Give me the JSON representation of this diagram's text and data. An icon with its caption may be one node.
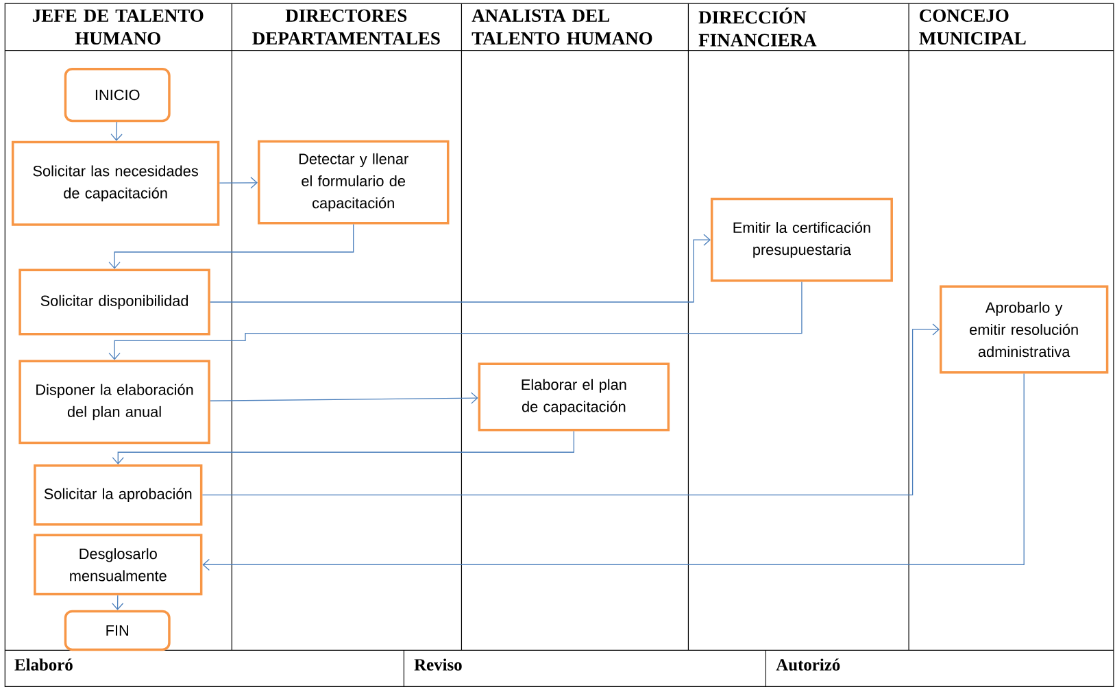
{
  "diagram": {
    "nodes": [
      {
        "text": [
          "INICIO"
        ]
      },
      {
        "text": [
          "Solicitar las necesidades de capacitación"
        ]
      },
      {
        "text": [
          "Detectar y llenar el formulario de capacitación"
        ]
      },
      {
        "text": [
          "Solicitar disponibilidad"
        ]
      },
      {
        "text": [
          "Emitir la certificación presupuestaria"
        ]
      },
      {
        "text": [
          "Disponer la elaboración del plan anual"
        ]
      },
      {
        "text": [
          "Elaborar el plan de capacitación"
        ]
      },
      {
        "text": [
          "Aprobarlo y emitir resolución administrativa"
        ]
      },
      {
        "text": [
          "Solicitar la aprobación"
        ]
      },
      {
        "text": [
          "Desglosarlo mensualmente"
        ]
      },
      {
        "text": [
          "FIN"
        ]
      }
    ],
    "edges": [
      {
        "from": 0,
        "to": 1,
        "arrow": "to"
      },
      {
        "from": 1,
        "to": 2,
        "arrow": "to"
      },
      {
        "from": 2,
        "to": 3,
        "arrow": "to"
      },
      {
        "from": 3,
        "to": 4,
        "arrow": "to"
      },
      {
        "from": 4,
        "to": 5,
        "arrow": "to"
      },
      {
        "from": 5,
        "to": 6,
        "arrow": "to"
      },
      {
        "from": 6,
        "to": 8,
        "arrow": "to"
      },
      {
        "from": 8,
        "to": 7,
        "arrow": "to"
      },
      {
        "from": 7,
        "to": 9,
        "arrow": "to"
      },
      {
        "from": 9,
        "to": 10,
        "arrow": "to"
      }
    ],
    "labels": [
      "JEFE DE TALENTO HUMANO",
      "DIRECTORES DEPARTAMENTALES",
      "ANALISTA DEL TALENTO HUMANO",
      "DIRECCIÓN FINANCIERA",
      "CONCEJO MUNICIPAL",
      "Elaboró",
      "Reviso",
      "Autorizó"
    ]
  }
}
